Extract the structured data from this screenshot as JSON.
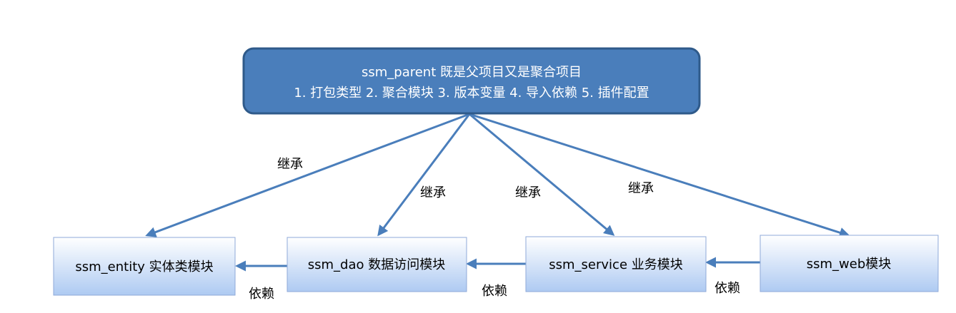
{
  "parent": {
    "title": "ssm_parent 既是父项目又是聚合项目",
    "subtitle": "1. 打包类型  2. 聚合模块 3. 版本变量 4. 导入依赖 5. 插件配置"
  },
  "modules": {
    "entity": "ssm_entity 实体类模块",
    "dao": "ssm_dao 数据访问模块",
    "service": "ssm_service 业务模块",
    "web": "ssm_web模块"
  },
  "edges": {
    "inherit_entity": "继承",
    "inherit_dao": "继承",
    "inherit_service": "继承",
    "inherit_web": "继承",
    "depend_dao_entity": "依赖",
    "depend_service_dao": "依赖",
    "depend_web_service": "依赖"
  },
  "colors": {
    "parent_fill": "#4a7ebb",
    "parent_border": "#2f5a8a",
    "module_fill_top": "#ffffff",
    "module_fill_bottom": "#aecaf2",
    "module_border": "#8faad8",
    "arrow": "#4a7ebb"
  }
}
